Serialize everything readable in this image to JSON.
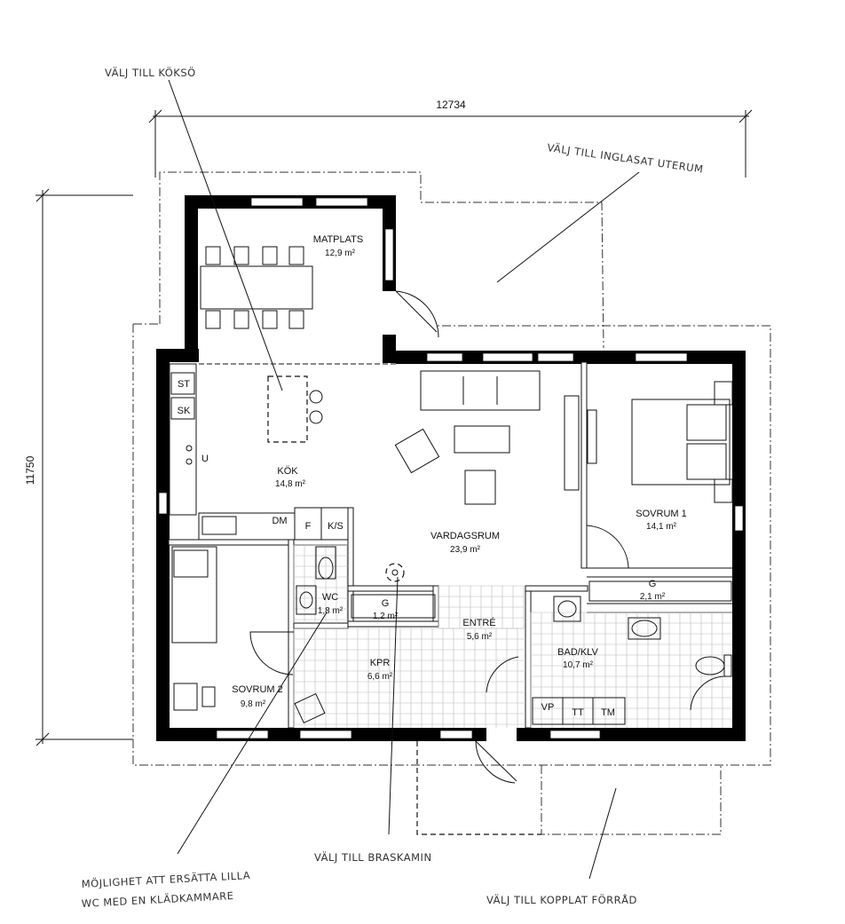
{
  "dimensions": {
    "width": "12734",
    "height": "11750"
  },
  "notes": {
    "kokso": "VÄLJ TILL KÖKSÖ",
    "uterum": "VÄLJ TILL INGLASAT UTERUM",
    "braskamin": "VÄLJ TILL BRASKAMIN",
    "forrad": "VÄLJ TILL KOPPLAT FÖRRÅD",
    "kladkammare_1": "MÖJLIGHET ATT ERSÄTTA LILLA",
    "kladkammare_2": "WC MED EN KLÄDKAMMARE"
  },
  "rooms": {
    "matplats": {
      "name": "MATPLATS",
      "area": "12,9 m²"
    },
    "kok": {
      "name": "KÖK",
      "area": "14,8 m²"
    },
    "vardagsrum": {
      "name": "VARDAGSRUM",
      "area": "23,9 m²"
    },
    "sovrum1": {
      "name": "SOVRUM 1",
      "area": "14,1 m²"
    },
    "sovrum2": {
      "name": "SOVRUM 2",
      "area": "9,8 m²"
    },
    "wc": {
      "name": "WC",
      "area": "1,8 m²"
    },
    "g_hall": {
      "name": "G",
      "area": "1,2 m²"
    },
    "g_sovrum": {
      "name": "G",
      "area": "2,1 m²"
    },
    "entre": {
      "name": "ENTRÉ",
      "area": "5,6 m²"
    },
    "kpr": {
      "name": "KPR",
      "area": "6,6 m²"
    },
    "bad": {
      "name": "BAD/KLV",
      "area": "10,7 m²"
    }
  },
  "fixtures": {
    "st": "ST",
    "sk": "SK",
    "u": "U",
    "dm": "DM",
    "f": "F",
    "ks": "K/S",
    "vp": "VP",
    "tt": "TT",
    "tm": "TM"
  }
}
